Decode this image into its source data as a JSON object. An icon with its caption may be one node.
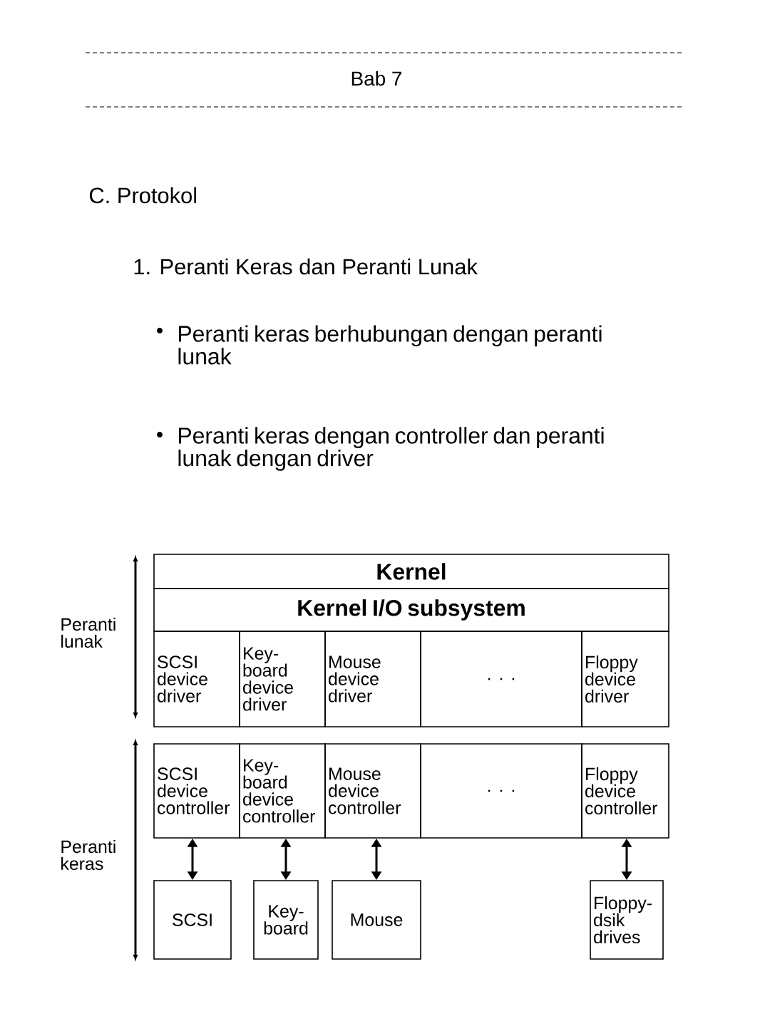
{
  "diagram": {
    "title": "Bab 7",
    "nodes": [
      {
        "text": [
          "Kernel"
        ]
      },
      {
        "text": [
          "Kernel I/O subsystem"
        ]
      },
      {
        "text": [
          "SCSI device driver"
        ]
      },
      {
        "text": [
          "Key-board device driver"
        ]
      },
      {
        "text": [
          "Mouse device driver"
        ]
      },
      {
        "text": [
          ". . ."
        ]
      },
      {
        "text": [
          "Floppy device driver"
        ]
      },
      {
        "text": [
          "SCSI device controller"
        ]
      },
      {
        "text": [
          "Key-board device controller"
        ]
      },
      {
        "text": [
          "Mouse device controller"
        ]
      },
      {
        "text": [
          ". . ."
        ]
      },
      {
        "text": [
          "Floppy device controller"
        ]
      },
      {
        "text": [
          "SCSI"
        ]
      },
      {
        "text": [
          "Key-board"
        ]
      },
      {
        "text": [
          "Mouse"
        ]
      },
      {
        "text": [
          "Floppy-dsik drives"
        ]
      }
    ],
    "edges": [
      {
        "from": 7,
        "to": 12,
        "arrow": "both"
      },
      {
        "from": 8,
        "to": 13,
        "arrow": "both"
      },
      {
        "from": 9,
        "to": 14,
        "arrow": "both"
      },
      {
        "from": 11,
        "to": 15,
        "arrow": "both"
      }
    ],
    "labels": [
      "C. Protokol",
      "1. Peranti Keras dan Peranti Lunak",
      "Peranti keras berhubungan dengan peranti lunak",
      "Peranti keras dengan controller dan peranti lunak dengan driver",
      "Peranti lunak",
      "Peranti keras"
    ]
  }
}
